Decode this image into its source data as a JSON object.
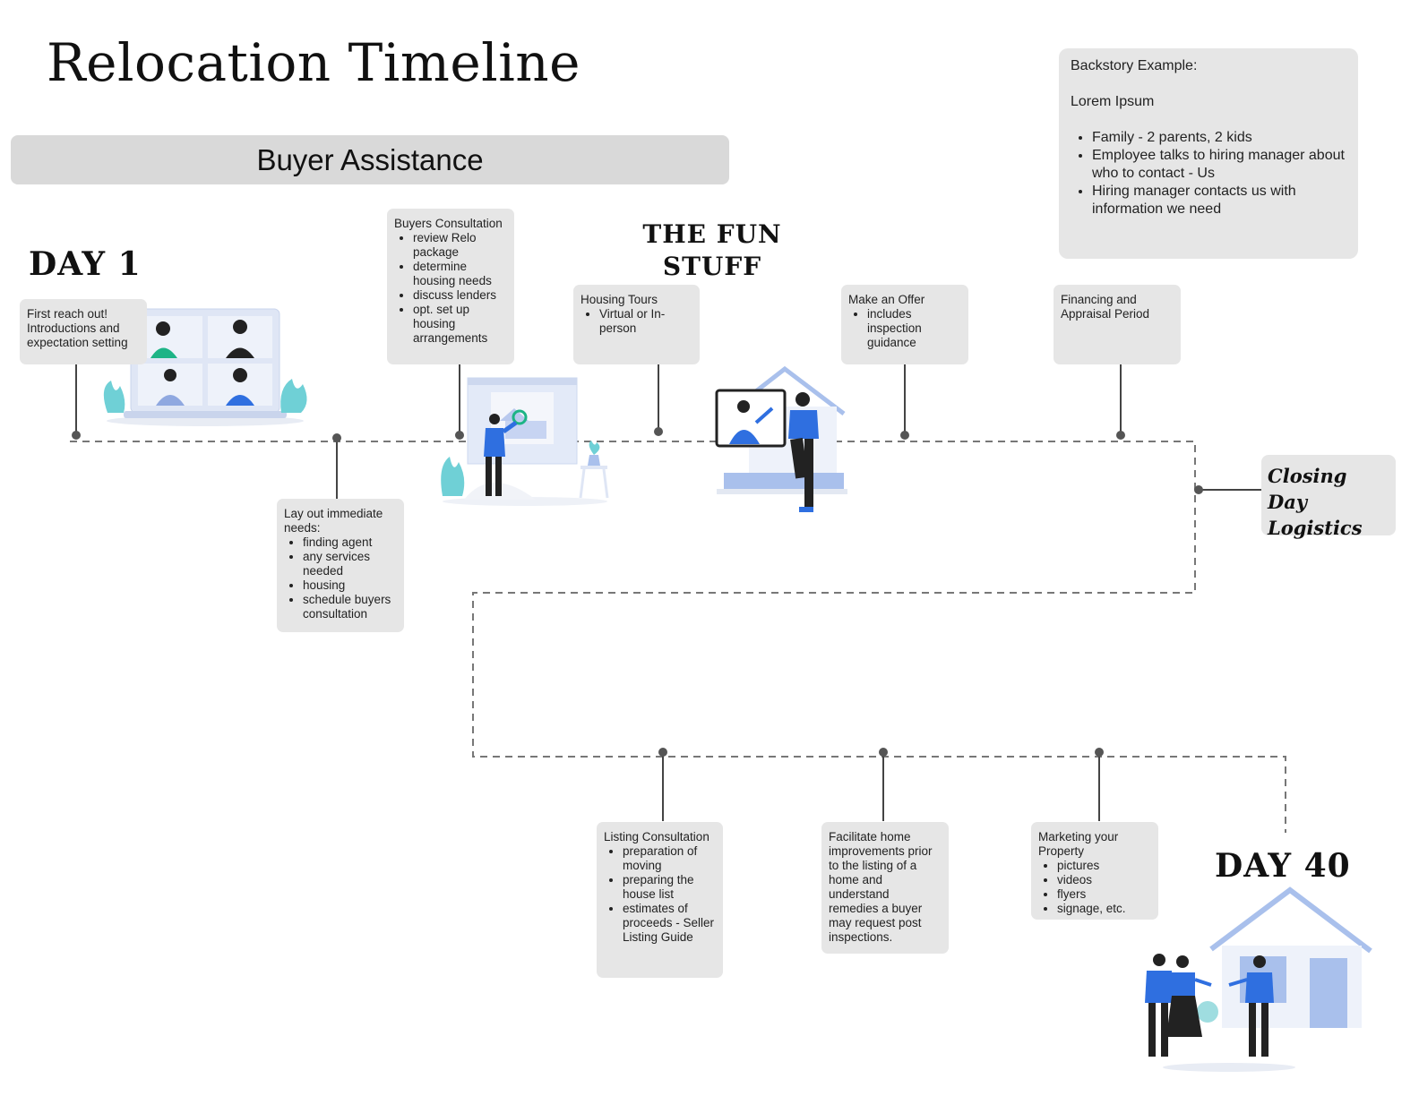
{
  "title": "Relocation Timeline",
  "banner": "Buyer Assistance",
  "day_start": "DAY 1",
  "day_end": "DAY 40",
  "fun_stuff": [
    "THE FUN",
    "STUFF"
  ],
  "backstory": {
    "heading": "Backstory Example:",
    "subheading": "Lorem Ipsum",
    "items": [
      "Family - 2 parents, 2 kids",
      "Employee talks to hiring manager about who to contact - Us",
      "Hiring manager contacts us with information we need"
    ]
  },
  "closing": "Closing Day Logistics",
  "steps": {
    "first_reach": {
      "text": "First reach out! Introductions and expectation setting"
    },
    "immediate_needs": {
      "heading": "Lay out immediate needs:",
      "items": [
        "finding agent",
        "any services needed",
        "housing",
        "schedule buyers consultation"
      ]
    },
    "buyers_consultation": {
      "heading": "Buyers Consultation",
      "items": [
        "review Relo package",
        "determine housing needs",
        "discuss lenders",
        "opt. set up housing arrangements"
      ]
    },
    "housing_tours": {
      "heading": "Housing Tours",
      "items": [
        "Virtual or In-person"
      ]
    },
    "make_offer": {
      "heading": "Make an Offer",
      "items": [
        "includes inspection guidance"
      ]
    },
    "financing": {
      "text": "Financing and Appraisal Period"
    },
    "listing_consultation": {
      "heading": "Listing Consultation",
      "items": [
        "preparation of moving",
        "preparing the house list",
        "estimates of proceeds - Seller Listing Guide"
      ]
    },
    "home_improvements": {
      "text": "Facilitate home improvements prior to the listing of a home and understand remedies a buyer may request post inspections."
    },
    "marketing": {
      "heading": "Marketing your Property",
      "items": [
        "pictures",
        "videos",
        "flyers",
        "signage, etc."
      ]
    }
  },
  "colors": {
    "card": "#e6e6e6",
    "banner": "#d9d9d9",
    "accent_blue": "#2f6fe0",
    "light_blue": "#a9c0ec",
    "teal": "#6fd0d6",
    "line": "#777777"
  }
}
